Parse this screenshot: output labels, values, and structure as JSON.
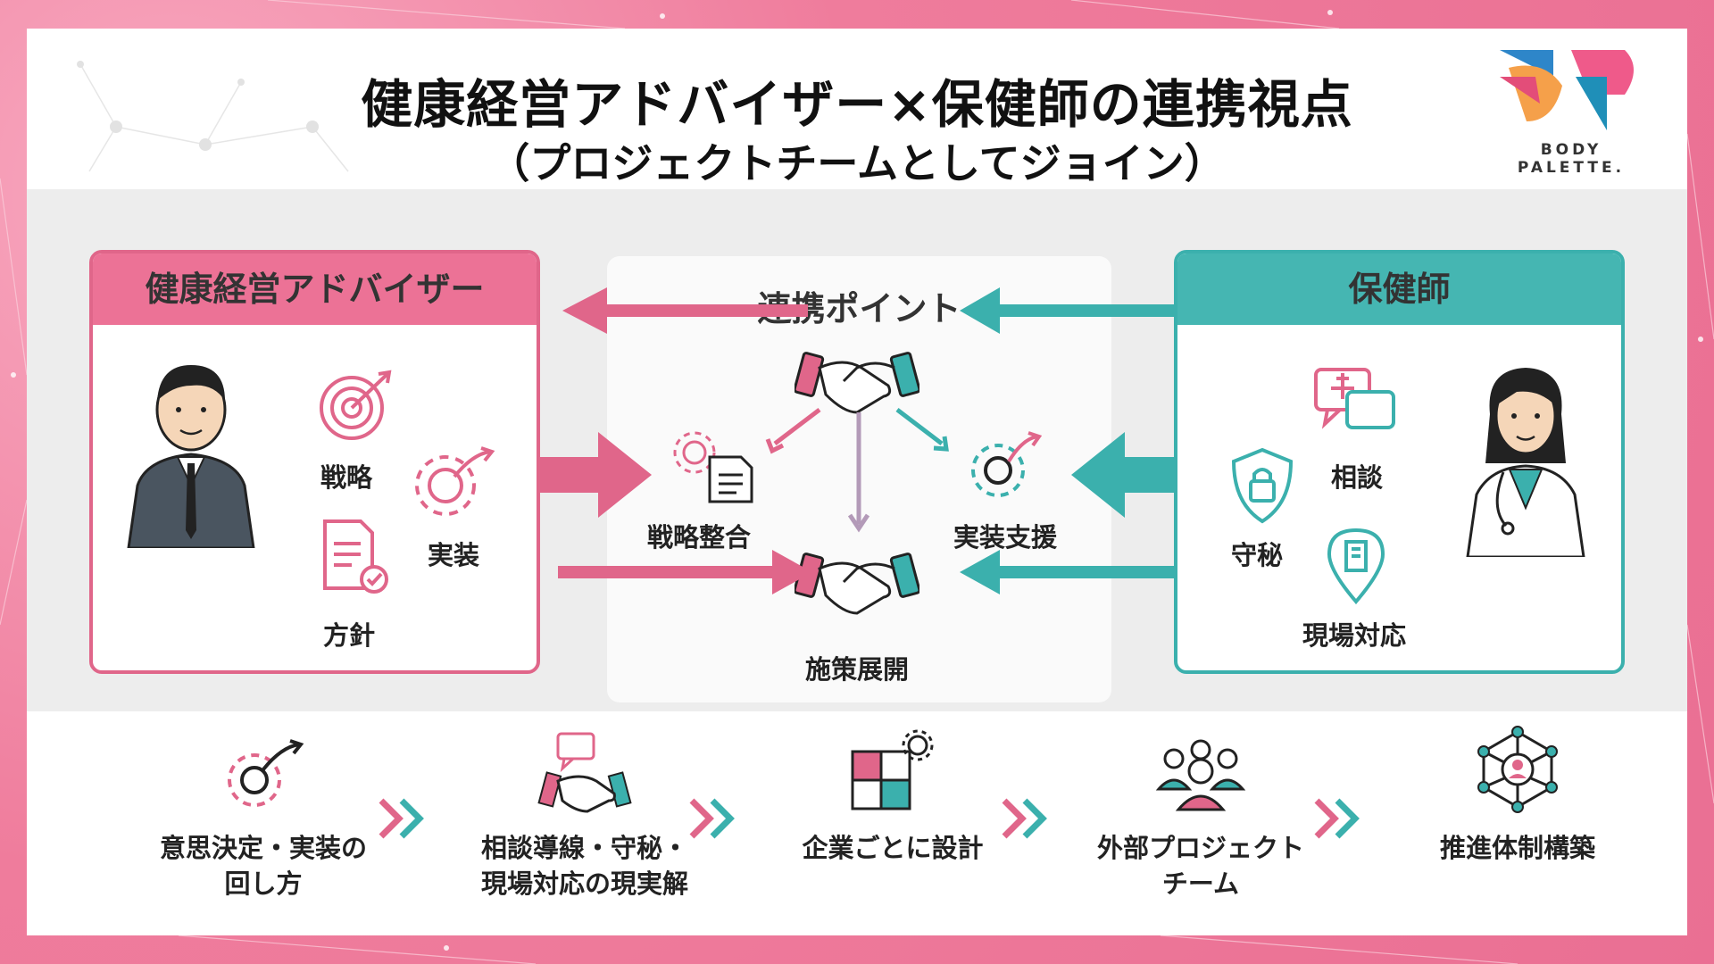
{
  "title": "健康経営アドバイザー×保健師の連携視点",
  "subtitle": "（プロジェクトチームとしてジョイン）",
  "logo": {
    "text": "BODY PALETTE."
  },
  "colors": {
    "pink": "#e0668a",
    "pink_light": "#ec7296",
    "teal": "#3bb0ad",
    "frame": "#ef7c9c"
  },
  "left_panel": {
    "title": "健康経営アドバイザー",
    "items": [
      "戦略",
      "実装",
      "方針"
    ],
    "figure": "businessman-icon"
  },
  "center_panel": {
    "title": "連携ポイント",
    "items": [
      "戦略整合",
      "実装支援",
      "施策展開"
    ]
  },
  "right_panel": {
    "title": "保健師",
    "items": [
      "相談",
      "守秘",
      "現場対応"
    ],
    "figure": "nurse-icon"
  },
  "steps": [
    {
      "label_line1": "意思決定・実装の",
      "label_line2": "回し方",
      "icon": "gear-arrow-icon"
    },
    {
      "label_line1": "相談導線・守秘・",
      "label_line2": "現場対応の現実解",
      "icon": "handshake-chat-icon"
    },
    {
      "label_line1": "企業ごとに設計",
      "label_line2": "",
      "icon": "puzzle-gear-icon"
    },
    {
      "label_line1": "外部プロジェクト",
      "label_line2": "チーム",
      "icon": "team-icon"
    },
    {
      "label_line1": "推進体制構築",
      "label_line2": "",
      "icon": "network-icon"
    }
  ]
}
